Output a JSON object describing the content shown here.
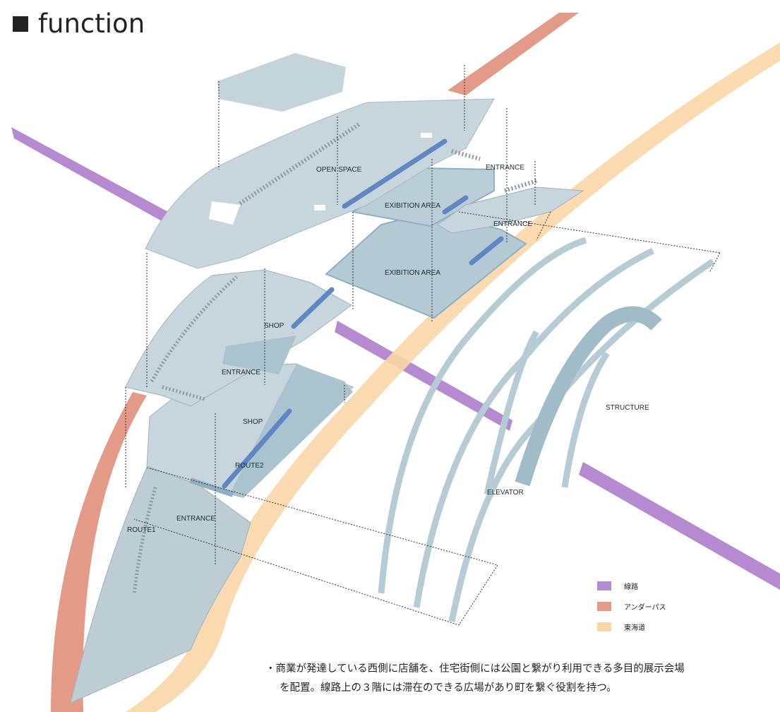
{
  "header": {
    "title": "function"
  },
  "labels": {
    "open_space": "OPEN SPACE",
    "entrance_top": "ENTRANCE",
    "exibition_upper": "EXIBITION AREA",
    "entrance_right": "ENTRANCE",
    "exibition_lower": "EXIBITION AREA",
    "shop_upper": "SHOP",
    "entrance_mid": "ENTRANCE",
    "shop_lower": "SHOP",
    "route2": "ROUTE2",
    "entrance_low": "ENTRANCE",
    "route1": "ROUTE1",
    "structure": "STRUCTURE",
    "elevator": "ELEVATOR"
  },
  "legend": [
    {
      "label": "線路",
      "color": "#b58ad0"
    },
    {
      "label": "アンダーパス",
      "color": "#e39a86"
    },
    {
      "label": "東海道",
      "color": "#fbd6a6"
    }
  ],
  "note": {
    "line1": "・商業が発達している西側に店舗を、住宅街側には公園と繋がり利用できる多目的展示会場",
    "line2": "を配置。線路上の３階には滞在のできる広場があり町を繋ぐ役割を持つ。"
  }
}
